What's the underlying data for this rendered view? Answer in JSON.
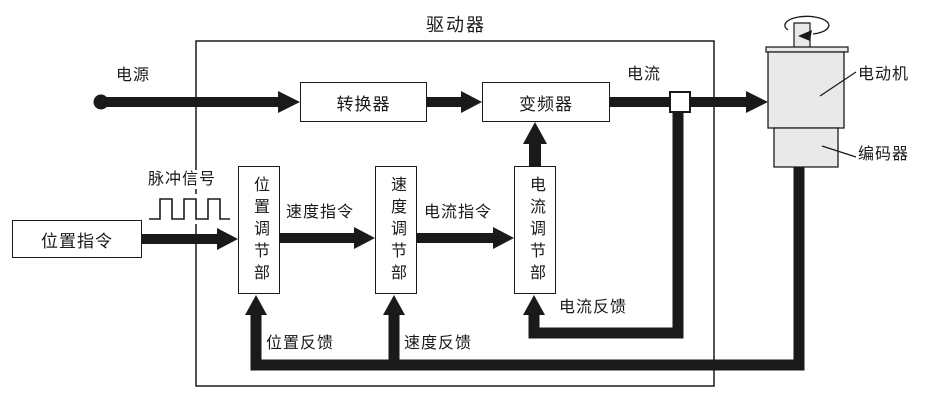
{
  "driver": {
    "title": "驱动器",
    "converter": "转换器",
    "inverter": "变频器",
    "position_regulator": "位置调节部",
    "speed_regulator": "速度调节部",
    "current_regulator": "电流调节部"
  },
  "inputs": {
    "power": "电源",
    "position_command": "位置指令",
    "pulse_signal": "脉冲信号"
  },
  "signals": {
    "current": "电流",
    "speed_command": "速度指令",
    "current_command": "电流指令",
    "position_feedback": "位置反馈",
    "speed_feedback": "速度反馈",
    "current_feedback": "电流反馈"
  },
  "machine": {
    "motor": "电动机",
    "encoder": "编码器"
  },
  "colors": {
    "line": "#1a1a1a",
    "machine_fill": "#e9e9e9",
    "background": "#ffffff"
  }
}
